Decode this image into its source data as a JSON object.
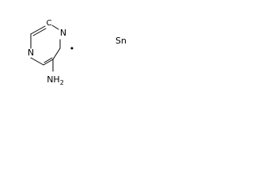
{
  "molecule": {
    "atoms": {
      "n_top": "N",
      "n_bottom": "N",
      "c_top": "C",
      "amine": "NH",
      "amine_sub": "2",
      "metal": "Sn"
    },
    "radical_marker": "•"
  }
}
